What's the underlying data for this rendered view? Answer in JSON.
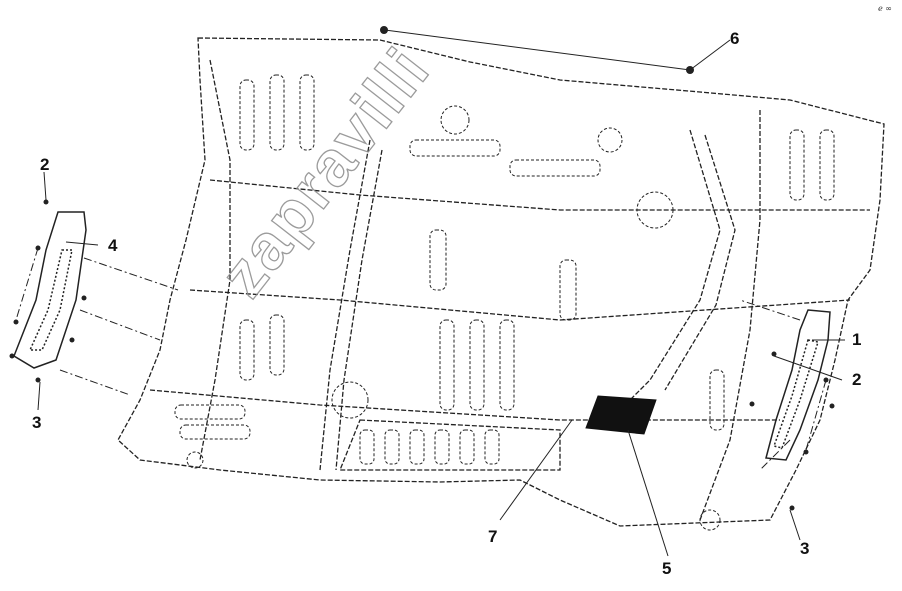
{
  "watermark": "zapravilli",
  "corner_mark": "ℯ ∞",
  "callouts": {
    "c1": "1",
    "c2_left": "2",
    "c2_right": "2",
    "c3_left": "3",
    "c3_right": "3",
    "c4": "4",
    "c5": "5",
    "c6": "6",
    "c7": "7"
  },
  "colors": {
    "line": "#222222",
    "pad": "#111111",
    "background": "#ffffff"
  }
}
